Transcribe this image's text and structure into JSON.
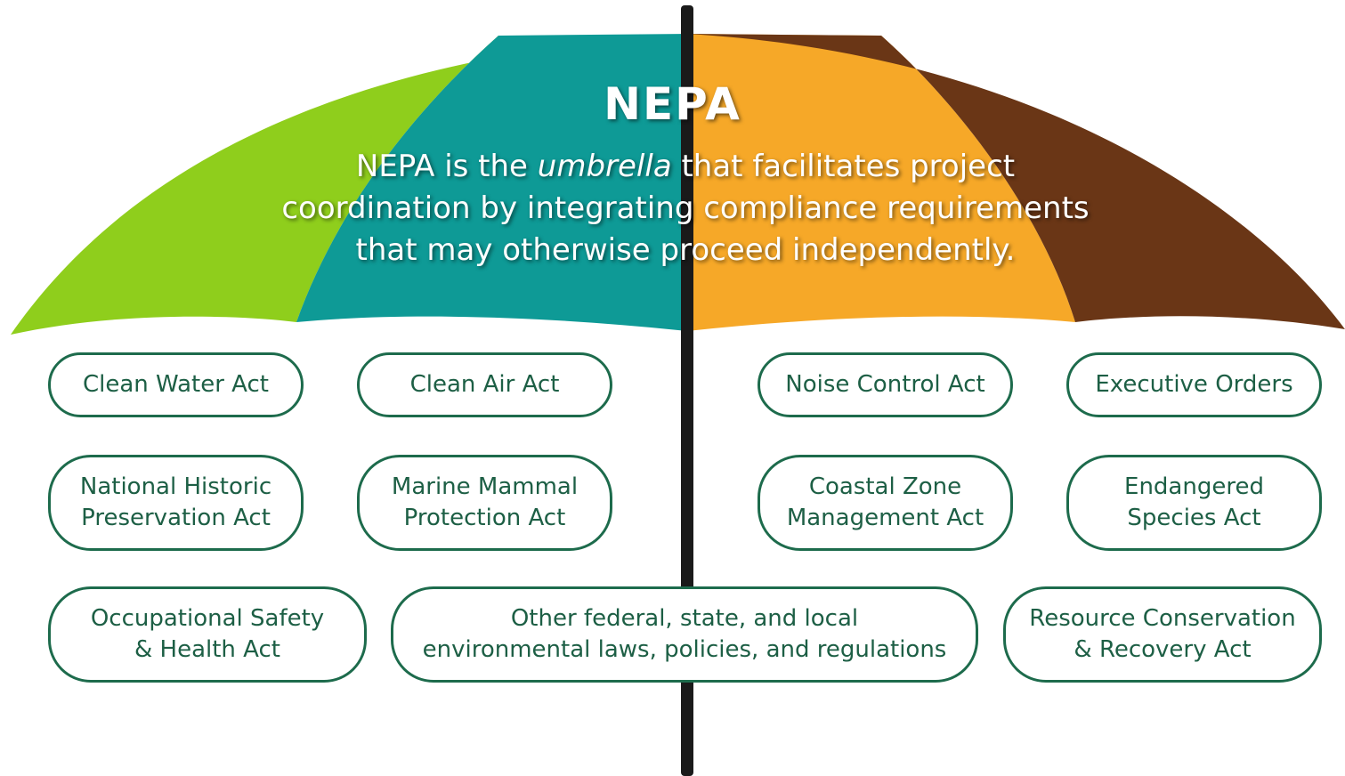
{
  "diagram": {
    "title": "NEPA",
    "subtitle_parts": {
      "before": "NEPA is the ",
      "emphasis": "umbrella",
      "after": " that facilitates project coordination by integrating compliance requirements that may otherwise proceed independently."
    },
    "colors": {
      "lime": "#8fce1c",
      "teal": "#0e9a96",
      "orange": "#f6a828",
      "brown": "#6a3616",
      "shaft": "#1a1a1a",
      "outline": "#1d6b4c"
    },
    "acts": {
      "clean_water": "Clean Water Act",
      "clean_air": "Clean Air Act",
      "noise_control": "Noise Control Act",
      "executive_orders": "Executive Orders",
      "national_historic": "National Historic\nPreservation Act",
      "marine_mammal": "Marine Mammal\nProtection Act",
      "coastal_zone": "Coastal Zone\nManagement Act",
      "endangered_species": "Endangered\nSpecies Act",
      "occupational_safety": "Occupational Safety\n& Health Act",
      "other_laws": "Other federal, state, and local\nenvironmental laws, policies, and regulations",
      "resource_conservation": "Resource Conservation\n& Recovery Act"
    }
  }
}
